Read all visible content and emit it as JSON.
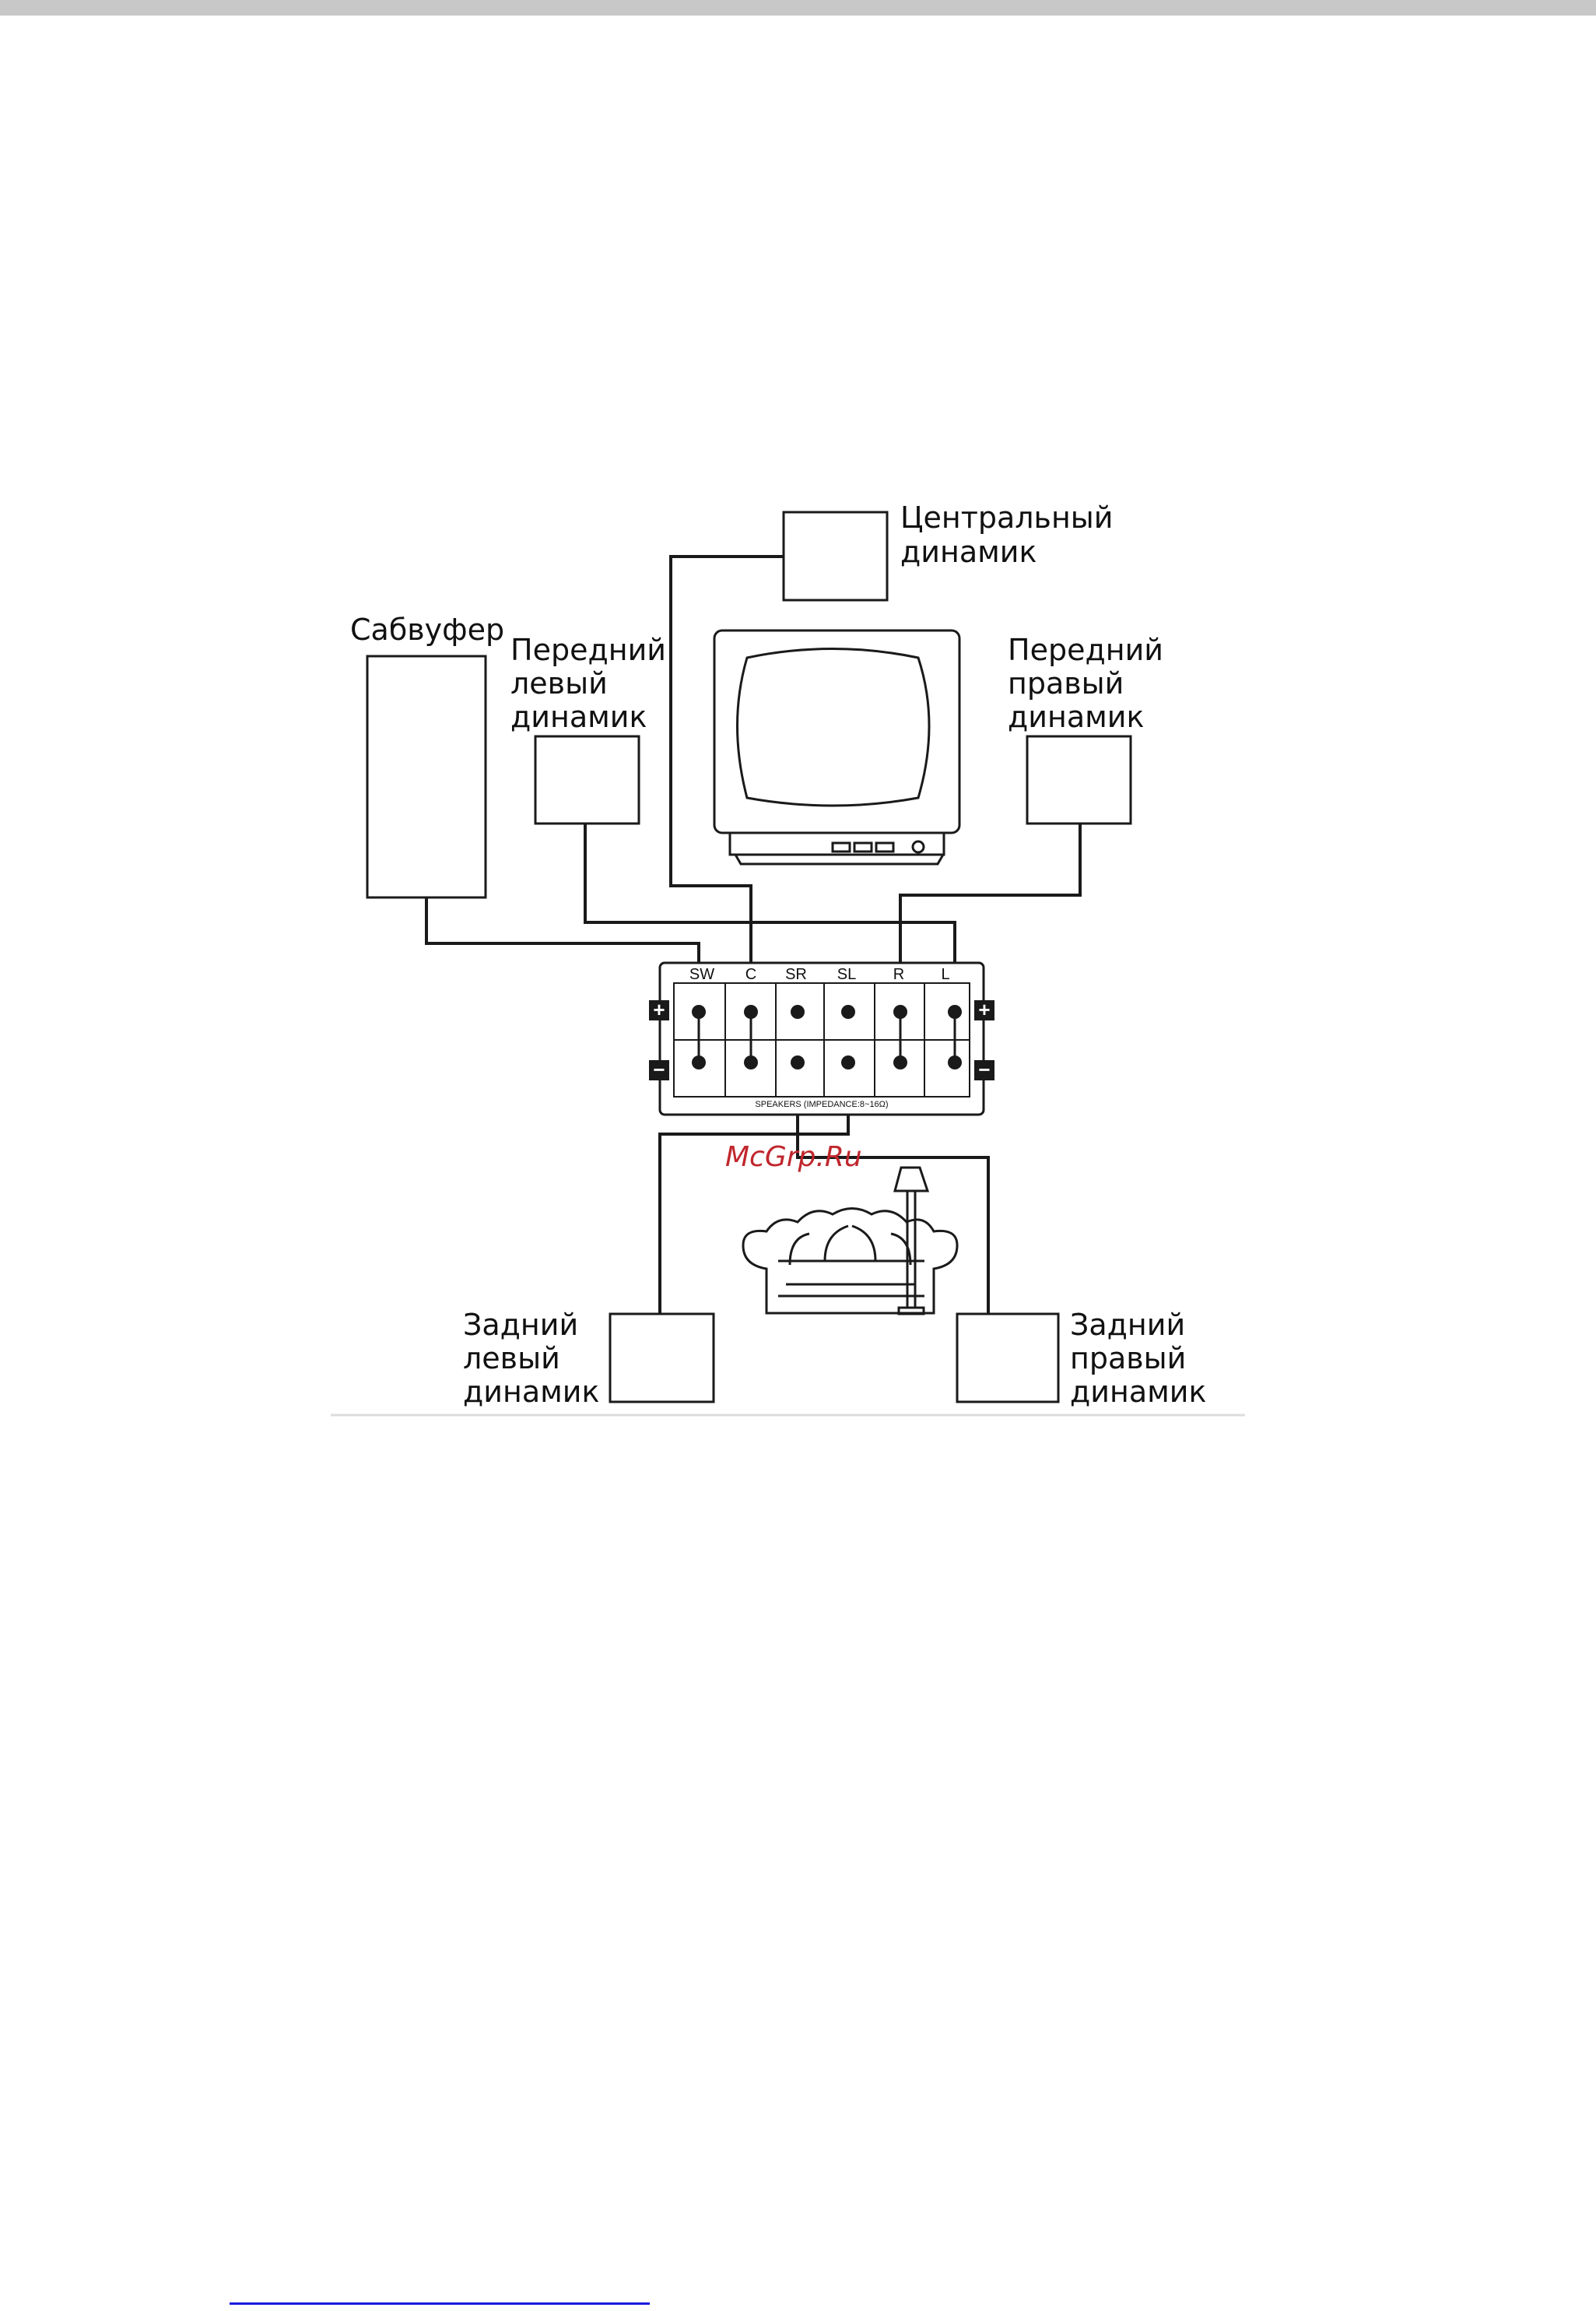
{
  "labels": {
    "center": [
      "Центральный",
      "динамик"
    ],
    "subwoofer": "Сабвуфер",
    "front_left": [
      "Передний",
      "левый",
      "динамик"
    ],
    "front_right": [
      "Передний",
      "правый",
      "динамик"
    ],
    "rear_left": [
      "Задний",
      "левый",
      "динамик"
    ],
    "rear_right": [
      "Задний",
      "правый",
      "динамик"
    ]
  },
  "terminal_panel": {
    "channels": [
      "SW",
      "C",
      "SR",
      "SL",
      "R",
      "L"
    ],
    "plus": "+",
    "minus": "−",
    "caption": "SPEAKERS (IMPEDANCE:8~16Ω)"
  },
  "watermark": "McGrp.Ru",
  "colors": {
    "line": "#1a1a1a",
    "watermark": "#c0272d",
    "top_bar": "#c8c8c8",
    "footer_rule": "#1a1adc"
  }
}
